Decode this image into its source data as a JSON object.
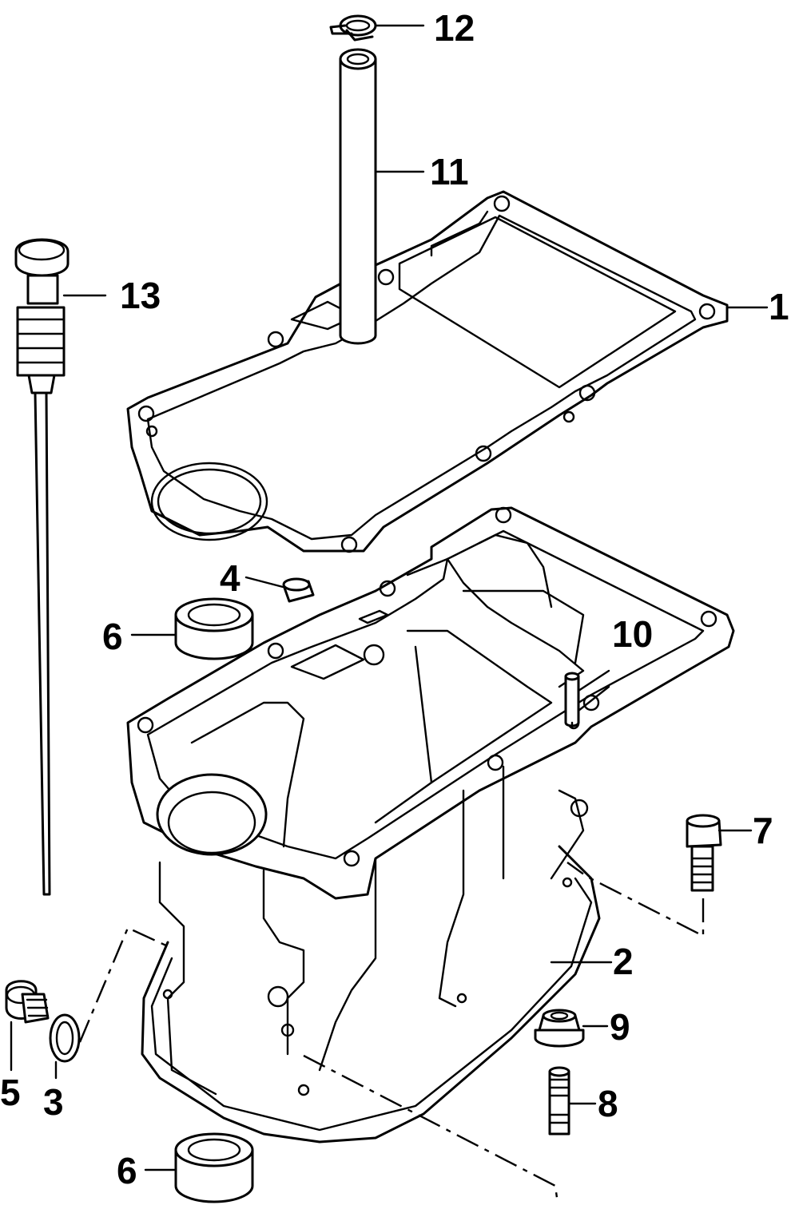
{
  "callouts": [
    {
      "id": "1",
      "label": "1"
    },
    {
      "id": "2",
      "label": "2"
    },
    {
      "id": "3",
      "label": "3"
    },
    {
      "id": "4",
      "label": "4"
    },
    {
      "id": "5",
      "label": "5"
    },
    {
      "id": "6a",
      "label": "6"
    },
    {
      "id": "6b",
      "label": "6"
    },
    {
      "id": "7",
      "label": "7"
    },
    {
      "id": "8",
      "label": "8"
    },
    {
      "id": "9",
      "label": "9"
    },
    {
      "id": "10",
      "label": "10"
    },
    {
      "id": "11",
      "label": "11"
    },
    {
      "id": "12",
      "label": "12"
    },
    {
      "id": "13",
      "label": "13"
    }
  ]
}
